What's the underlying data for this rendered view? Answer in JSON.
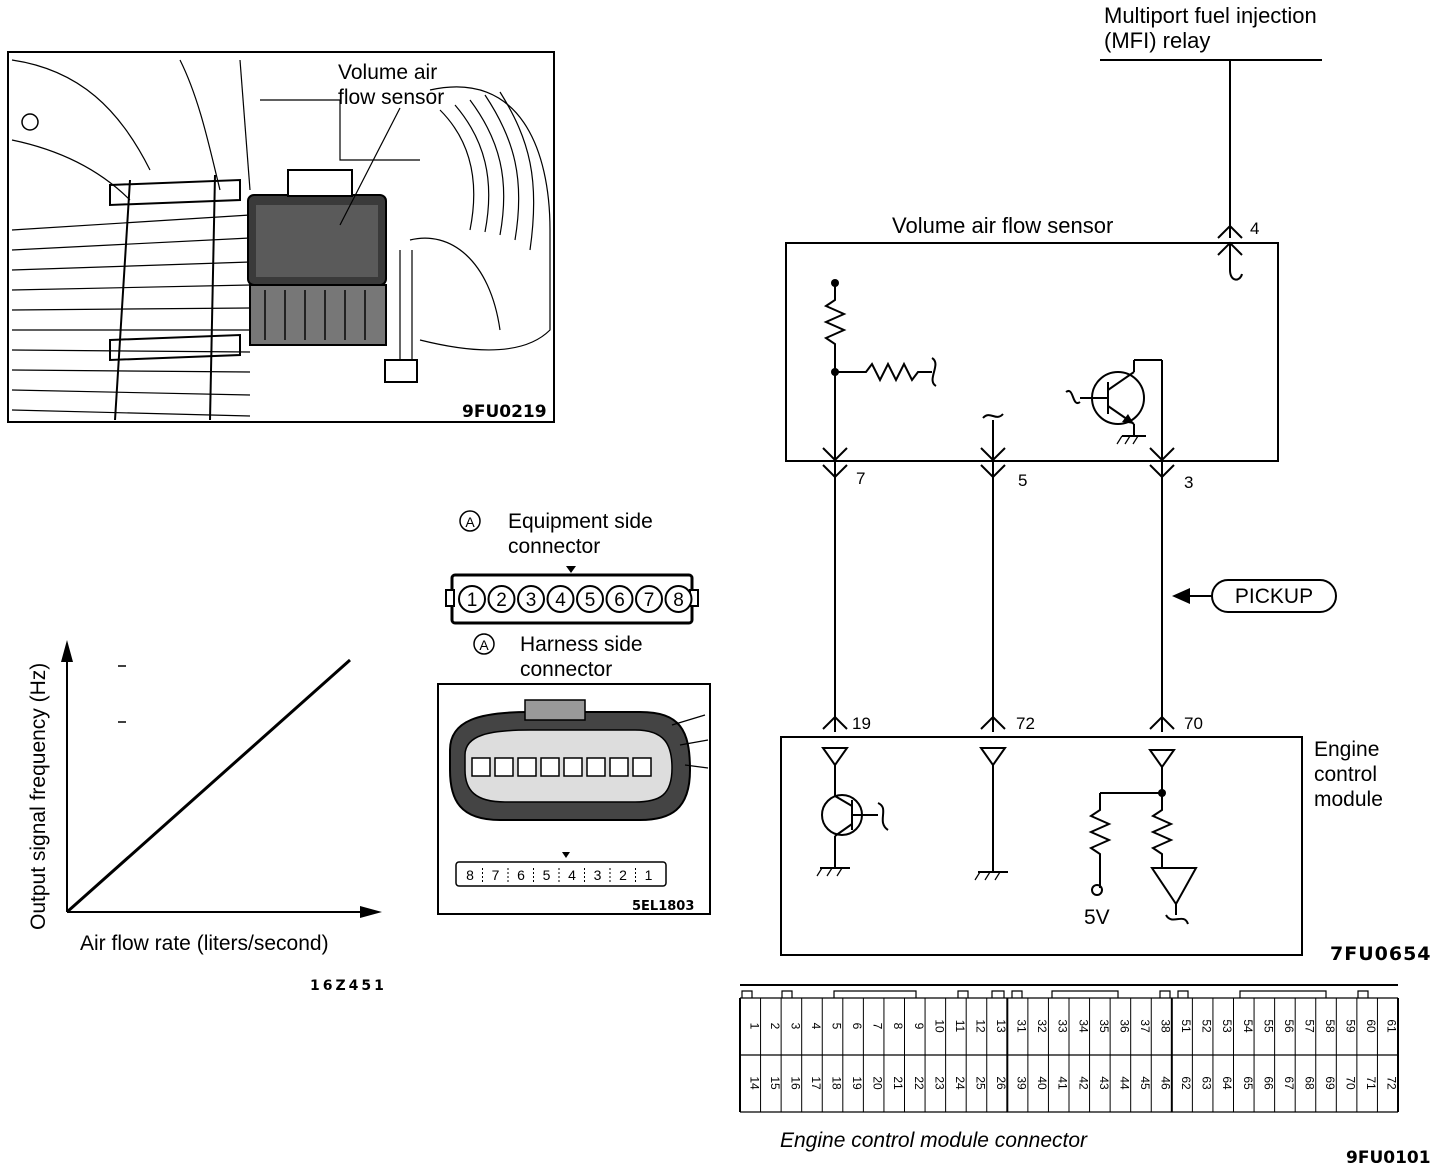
{
  "photo": {
    "callout": [
      "Volume air",
      "flow sensor"
    ],
    "code": "9FU0219"
  },
  "graph": {
    "ylabel": "Output signal frequency (Hz)",
    "xlabel": "Air flow rate (liters/second)",
    "code": "16Z451"
  },
  "connector": {
    "marker": "A",
    "equipment_label": [
      "Equipment side",
      "connector"
    ],
    "pins": [
      "1",
      "2",
      "3",
      "4",
      "5",
      "6",
      "7",
      "8"
    ],
    "harness_label": [
      "Harness side",
      "connector"
    ],
    "harness_pins": [
      "8",
      "7",
      "6",
      "5",
      "4",
      "3",
      "2",
      "1"
    ],
    "code": "5EL1803"
  },
  "schematic": {
    "relay_label": [
      "Multiport fuel injection",
      "(MFI) relay"
    ],
    "sensor_label": "Volume air flow sensor",
    "sensor_pins": {
      "top": "4",
      "p7": "7",
      "p5": "5",
      "p3": "3"
    },
    "pickup_label": "PICKUP",
    "ecm_pins": {
      "p19": "19",
      "p72": "72",
      "p70": "70"
    },
    "ecm_label": [
      "Engine",
      "control",
      "module"
    ],
    "voltage_label": "5V",
    "code": "7FU0654"
  },
  "ecm_connector": {
    "top_row": [
      "1",
      "2",
      "3",
      "4",
      "5",
      "6",
      "7",
      "8",
      "9",
      "10",
      "11",
      "12",
      "13",
      "31",
      "32",
      "33",
      "34",
      "35",
      "36",
      "37",
      "38",
      "51",
      "52",
      "53",
      "54",
      "55",
      "56",
      "57",
      "58",
      "59",
      "60",
      "61"
    ],
    "bottom_row": [
      "14",
      "15",
      "16",
      "17",
      "18",
      "19",
      "20",
      "21",
      "22",
      "23",
      "24",
      "25",
      "26",
      "39",
      "40",
      "41",
      "42",
      "43",
      "44",
      "45",
      "46",
      "62",
      "63",
      "64",
      "65",
      "66",
      "67",
      "68",
      "69",
      "70",
      "71",
      "72"
    ],
    "caption": "Engine control module connector",
    "code": "9FU0101"
  }
}
